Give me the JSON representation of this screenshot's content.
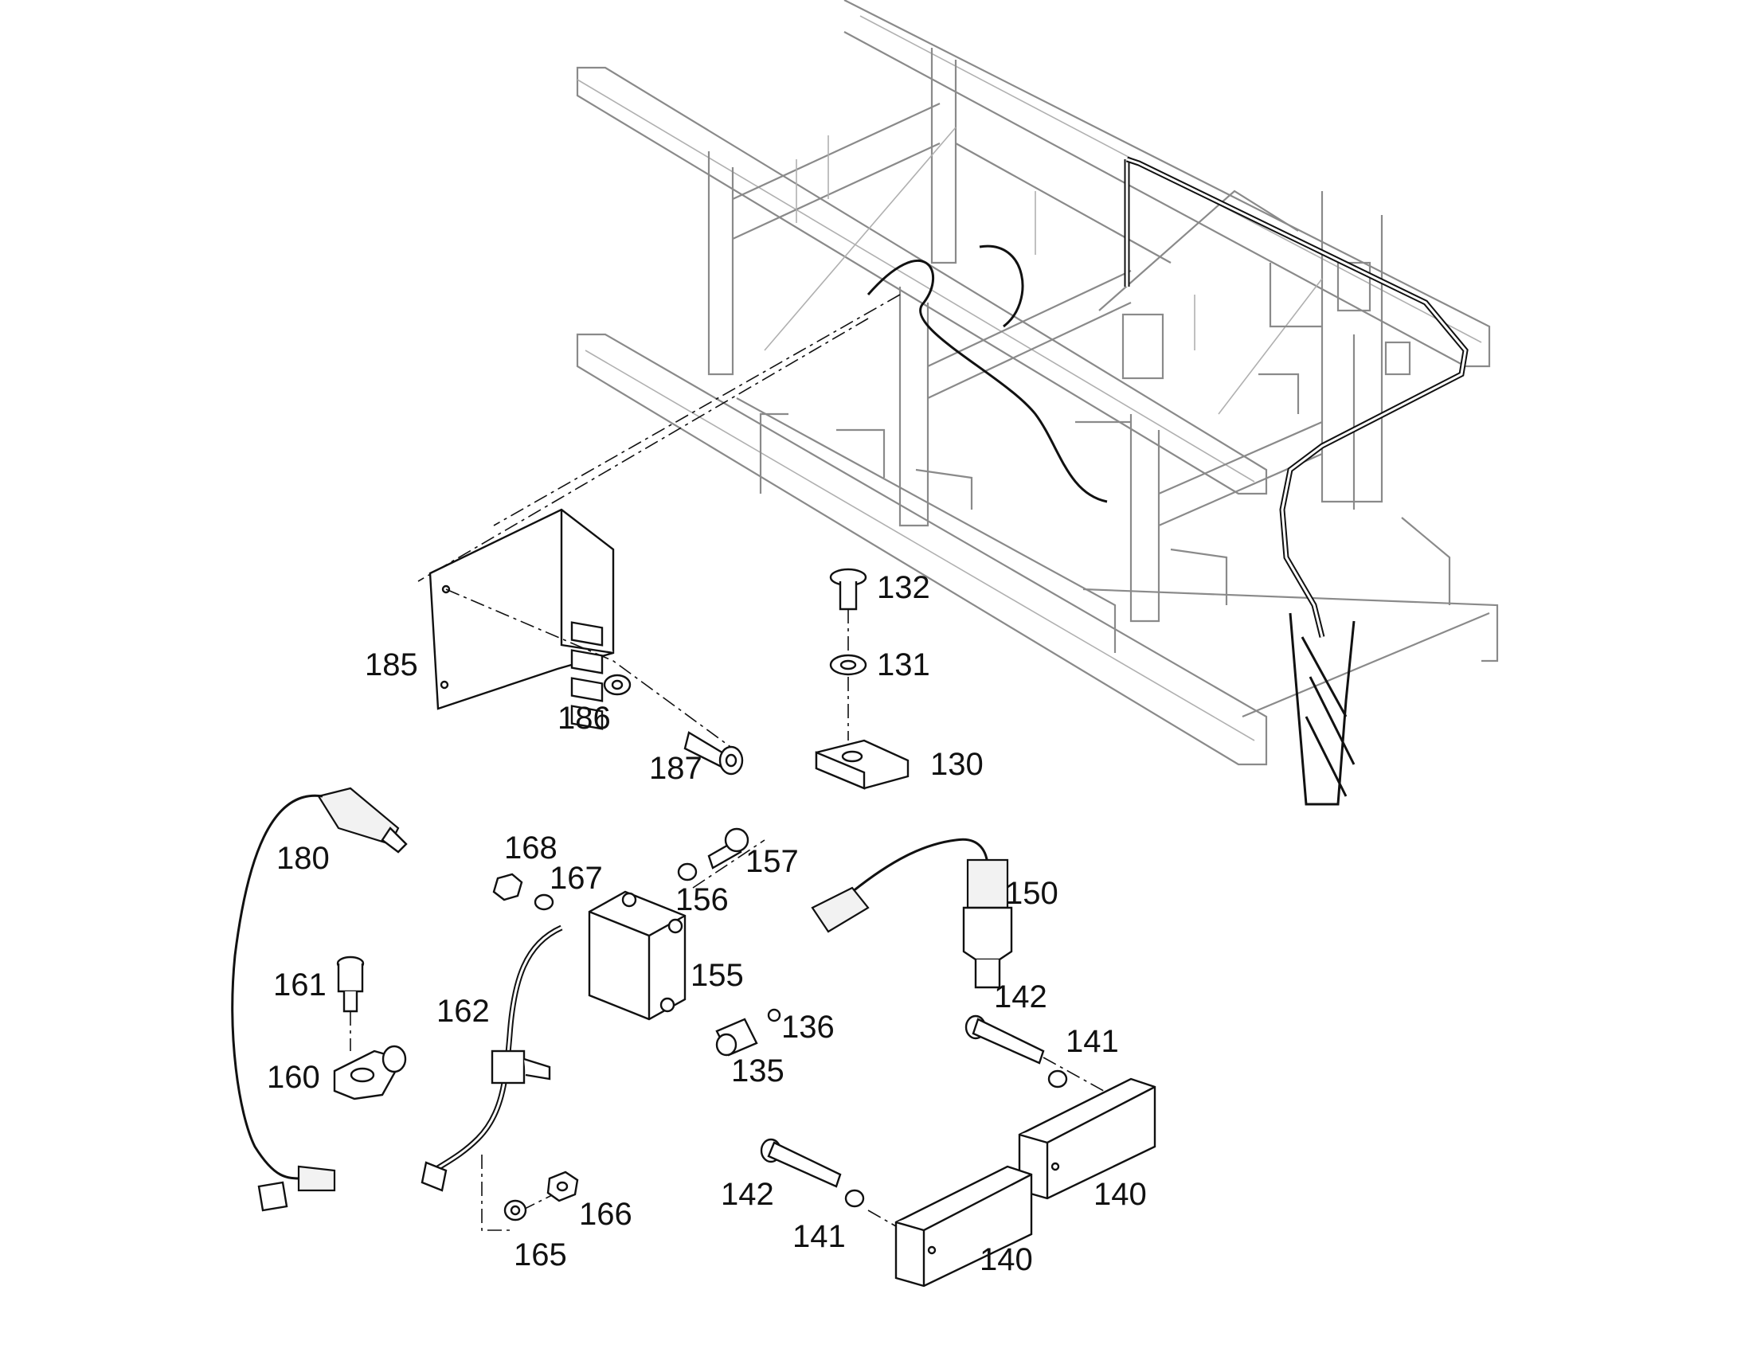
{
  "diagram": {
    "type": "exploded-parts-diagram",
    "colors": {
      "ink": "#111111",
      "frame": "#8a8a8a",
      "background": "#ffffff"
    },
    "callouts": [
      {
        "id": "c130",
        "text": "130"
      },
      {
        "id": "c131",
        "text": "131"
      },
      {
        "id": "c132",
        "text": "132"
      },
      {
        "id": "c135",
        "text": "135"
      },
      {
        "id": "c136",
        "text": "136"
      },
      {
        "id": "c140a",
        "text": "140"
      },
      {
        "id": "c140b",
        "text": "140"
      },
      {
        "id": "c141a",
        "text": "141"
      },
      {
        "id": "c141b",
        "text": "141"
      },
      {
        "id": "c142a",
        "text": "142"
      },
      {
        "id": "c142b",
        "text": "142"
      },
      {
        "id": "c150",
        "text": "150"
      },
      {
        "id": "c155",
        "text": "155"
      },
      {
        "id": "c156",
        "text": "156"
      },
      {
        "id": "c157",
        "text": "157"
      },
      {
        "id": "c160",
        "text": "160"
      },
      {
        "id": "c161",
        "text": "161"
      },
      {
        "id": "c162",
        "text": "162"
      },
      {
        "id": "c165",
        "text": "165"
      },
      {
        "id": "c166",
        "text": "166"
      },
      {
        "id": "c167",
        "text": "167"
      },
      {
        "id": "c168",
        "text": "168"
      },
      {
        "id": "c180",
        "text": "180"
      },
      {
        "id": "c185",
        "text": "185"
      },
      {
        "id": "c186",
        "text": "186"
      },
      {
        "id": "c187",
        "text": "187"
      }
    ]
  }
}
